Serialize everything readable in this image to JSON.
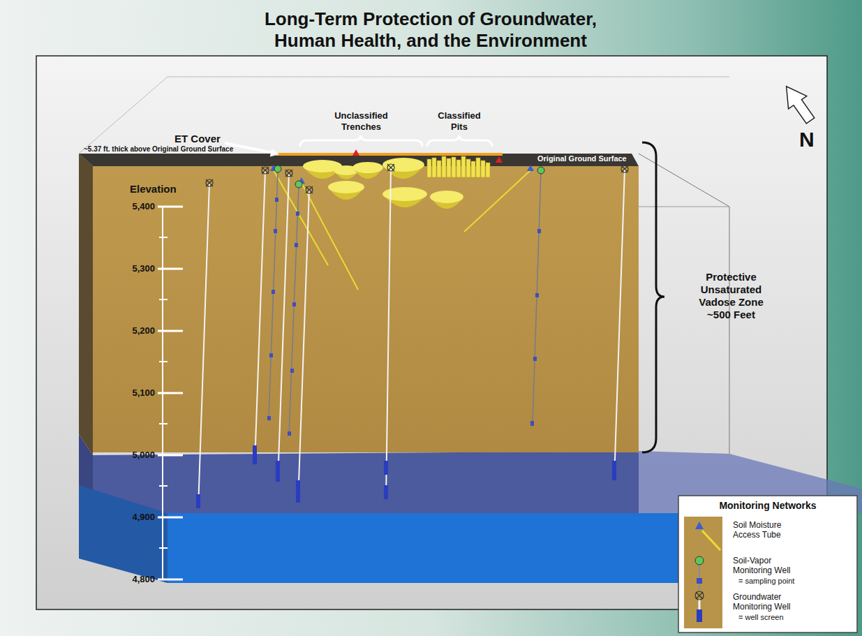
{
  "diagram": {
    "title": "Long-Term Protection of Groundwater, Human Health, and the Environment",
    "labels": [
      "ET Cover",
      "~5.37 ft. thick above Original Ground Surface",
      "Unclassified Trenches",
      "Classified Pits",
      "Original Ground Surface",
      "N",
      "Elevation",
      "5,400",
      "5,300",
      "5,200",
      "5,100",
      "5,000",
      "4,900",
      "4,800",
      "Protective Unsaturated Vadose Zone ~500 Feet",
      "Monitoring Networks"
    ],
    "legend": [
      {
        "text": "Soil Moisture Access Tube"
      },
      {
        "text": "Soil-Vapor Monitoring Well"
      },
      {
        "text": "= sampling point"
      },
      {
        "text": "Groundwater Monitoring Well"
      },
      {
        "text": "= well screen"
      }
    ]
  }
}
